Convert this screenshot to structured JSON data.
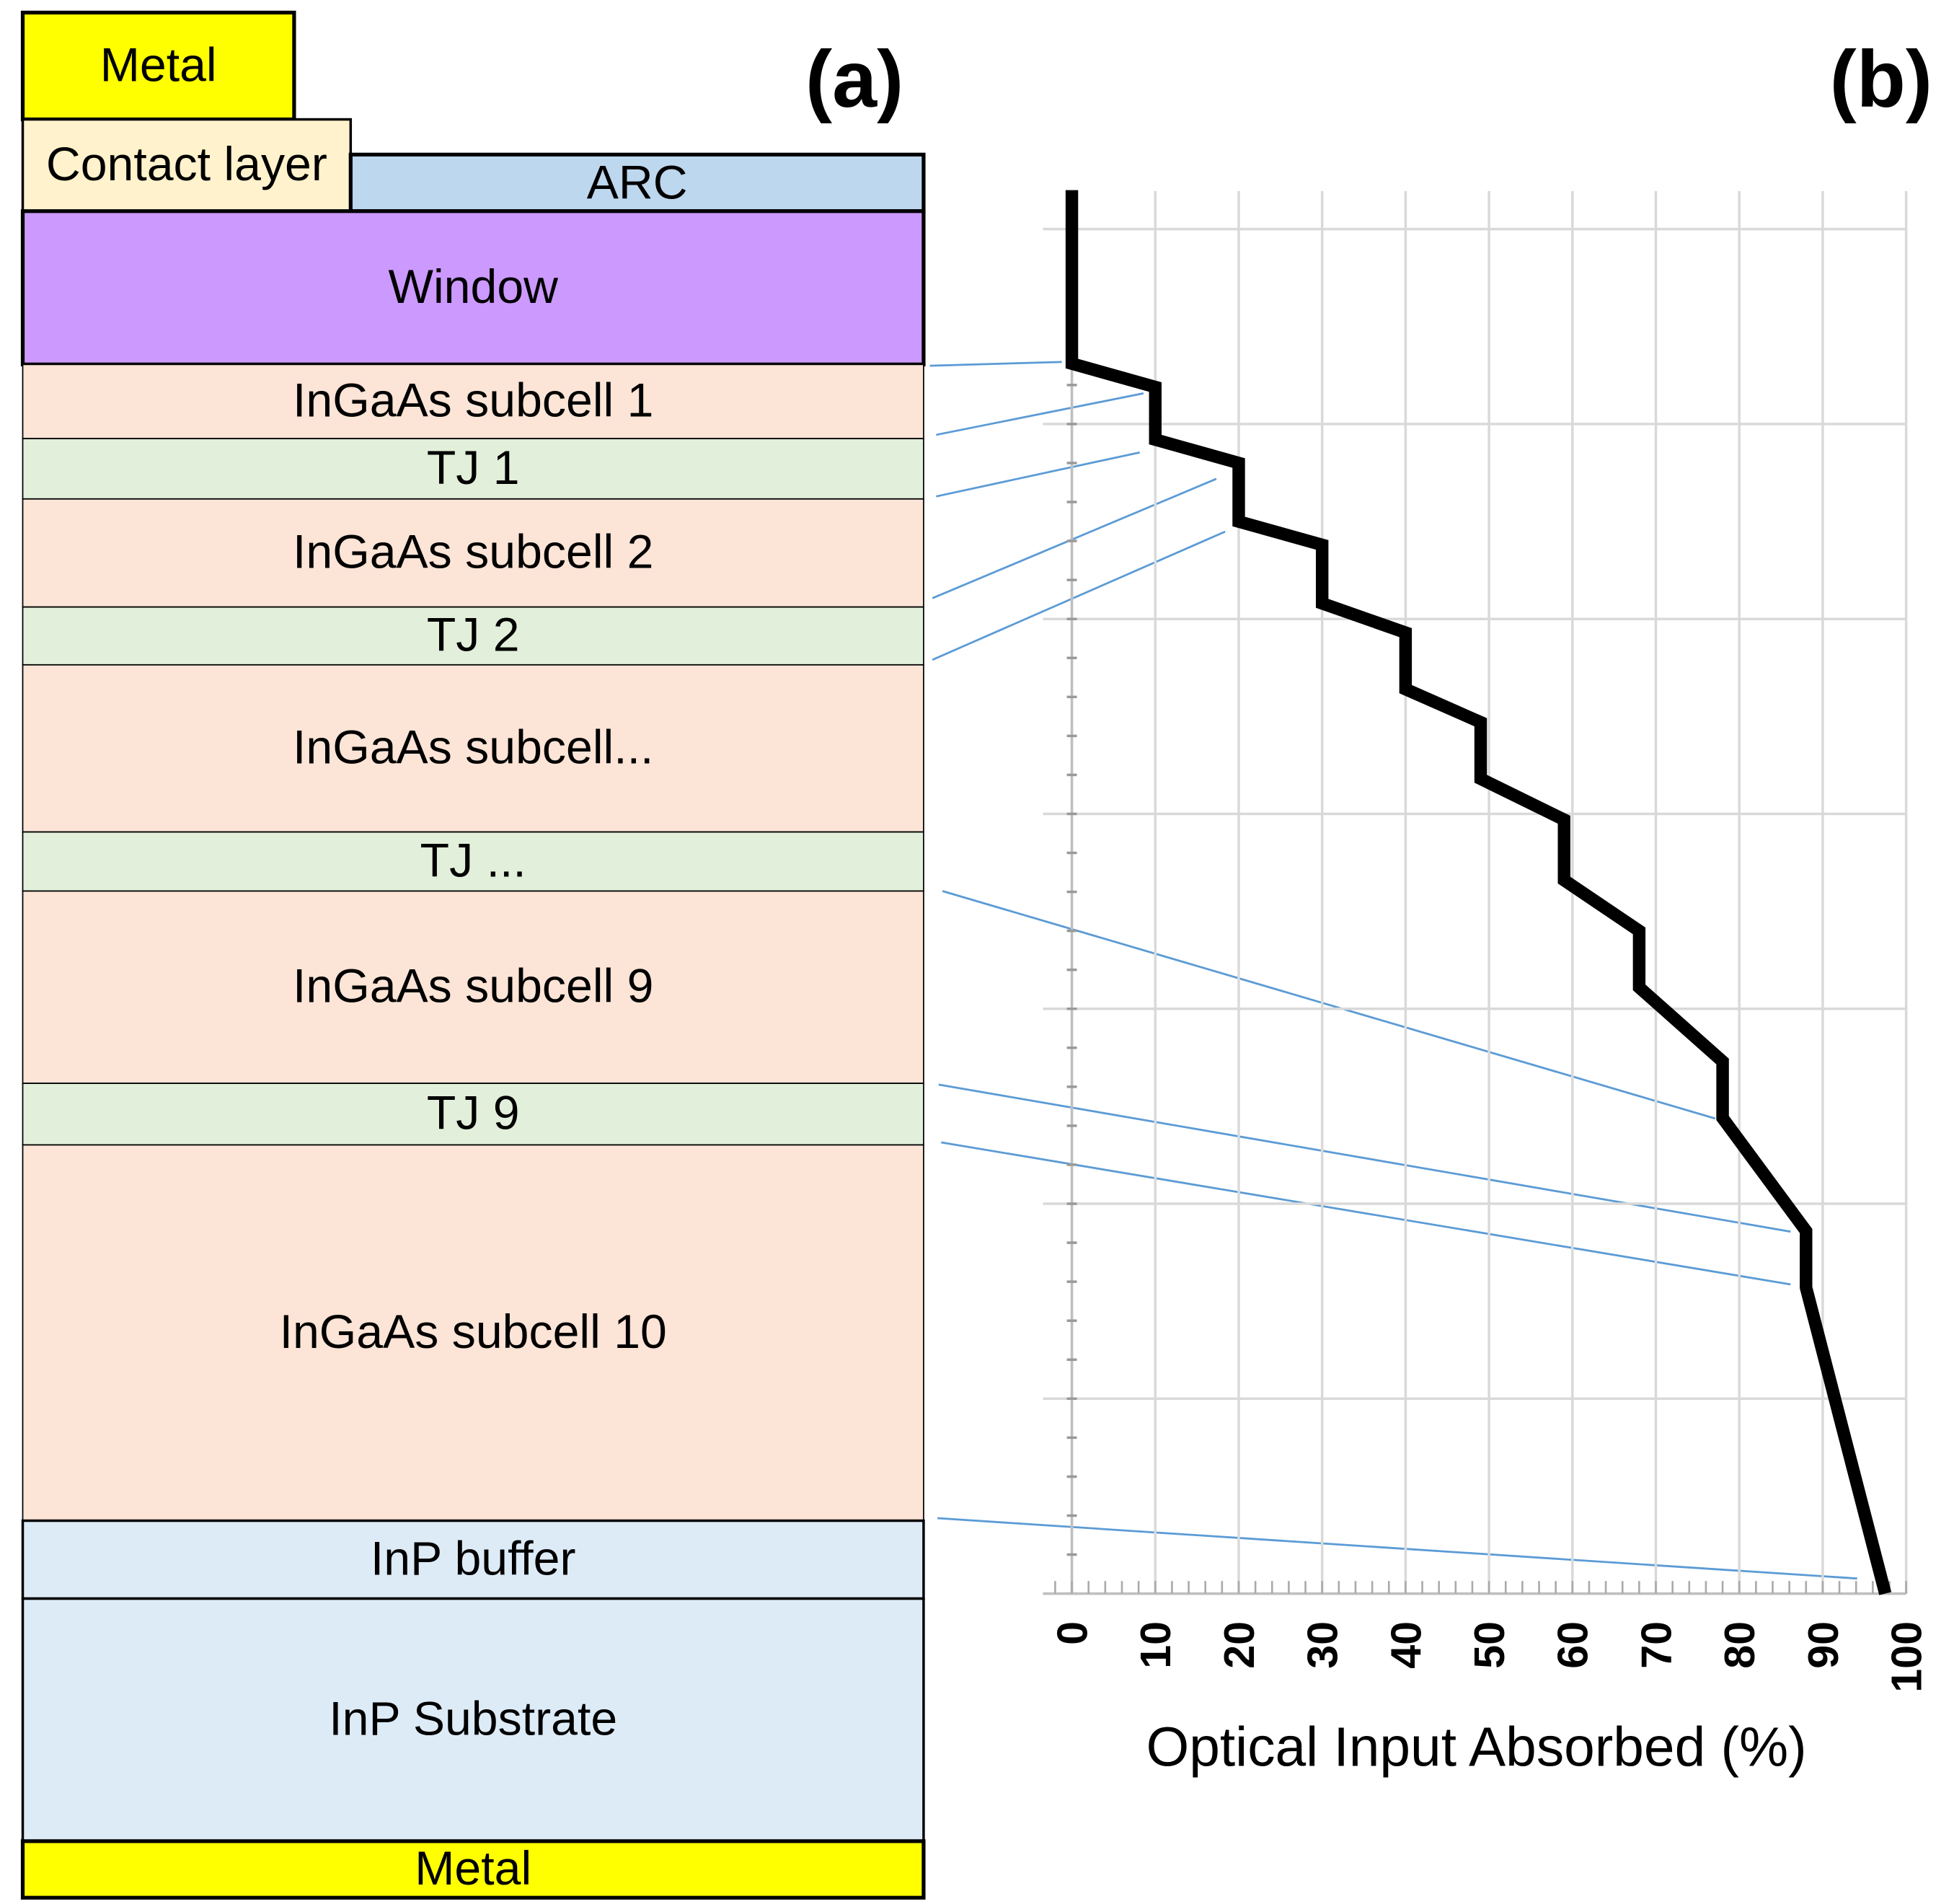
{
  "panels": {
    "a": "(a)",
    "b": "(b)"
  },
  "layers": [
    {
      "name": "Metal",
      "color": "#ffff00"
    },
    {
      "name": "Contact layer",
      "color": "#fff2cc"
    },
    {
      "name": "ARC",
      "color": "#bdd7ee"
    },
    {
      "name": "Window",
      "color": "#cc99ff"
    },
    {
      "name": "InGaAs subcell 1",
      "color": "#fce4d6"
    },
    {
      "name": "TJ 1",
      "color": "#e2efda"
    },
    {
      "name": "InGaAs subcell 2",
      "color": "#fce4d6"
    },
    {
      "name": "TJ 2",
      "color": "#e2efda"
    },
    {
      "name": "InGaAs subcell...",
      "color": "#fce4d6"
    },
    {
      "name": "TJ ...",
      "color": "#e2efda"
    },
    {
      "name": "InGaAs subcell 9",
      "color": "#fce4d6"
    },
    {
      "name": "TJ 9",
      "color": "#e2efda"
    },
    {
      "name": "InGaAs subcell 10",
      "color": "#fce4d6"
    },
    {
      "name": "InP buffer",
      "color": "#ddebf7"
    },
    {
      "name": "InP Substrate",
      "color": "#ddebf7"
    },
    {
      "name": "Metal",
      "color": "#ffff00"
    }
  ],
  "chart_data": {
    "type": "line",
    "xlabel": "Optical Input Absorbed (%)",
    "ylabel": "",
    "xlim": [
      0,
      100
    ],
    "ylim": [
      0,
      7.2
    ],
    "xticks": [
      "0",
      "10",
      "20",
      "30",
      "40",
      "50",
      "60",
      "70",
      "80",
      "90",
      "100"
    ],
    "grid": true,
    "line_color": "#000000",
    "connector_color": "#5b9bd5",
    "x": [
      0,
      0,
      10,
      10,
      20,
      20,
      30,
      30,
      40,
      40,
      49,
      49,
      59,
      59,
      68,
      68,
      78,
      78,
      88,
      88,
      97.5
    ],
    "y": [
      7.2,
      6.31,
      6.19,
      5.92,
      5.8,
      5.5,
      5.38,
      5.08,
      4.93,
      4.64,
      4.47,
      4.18,
      3.97,
      3.66,
      3.4,
      3.11,
      2.73,
      2.44,
      1.86,
      1.57,
      0
    ]
  }
}
